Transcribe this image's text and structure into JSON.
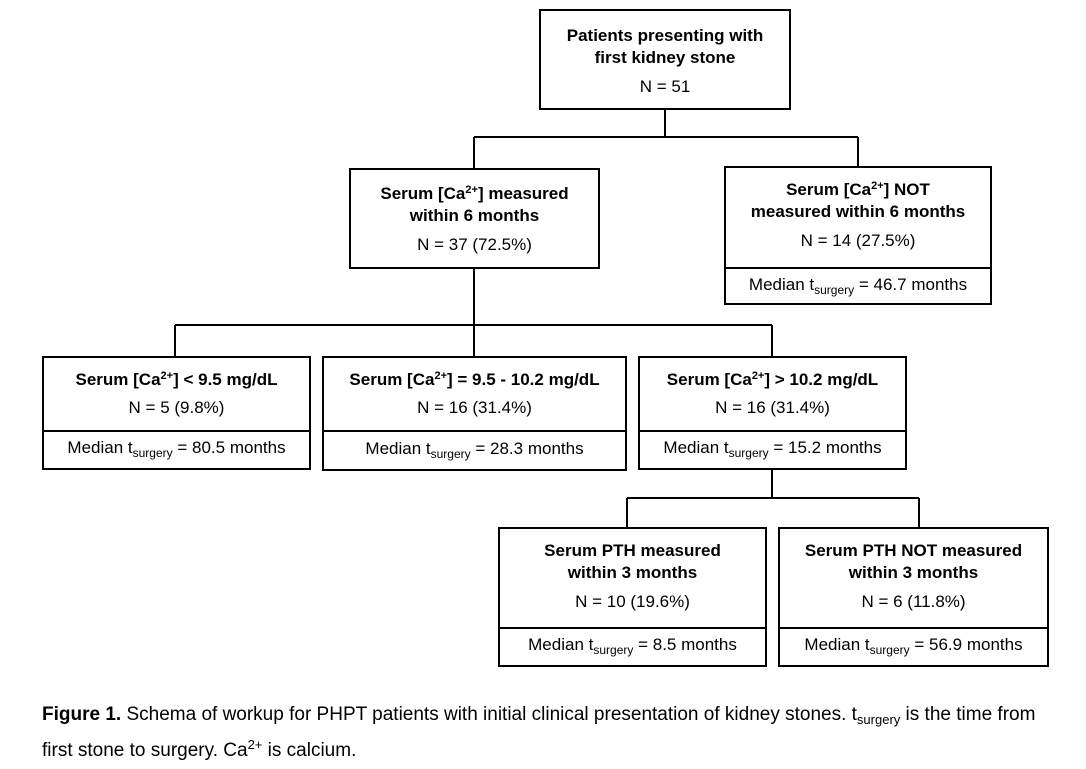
{
  "root": {
    "title_line1": "Patients presenting with",
    "title_line2": "first kidney stone",
    "count": "N = 51"
  },
  "ca_measured": {
    "title_pre": "Serum [Ca",
    "title_sup": "2+",
    "title_post": "] measured",
    "title_line2": "within 6 months",
    "count": "N = 37 (72.5%)"
  },
  "ca_not_measured": {
    "title_pre": "Serum [Ca",
    "title_sup": "2+",
    "title_post": "] NOT",
    "title_line2": "measured within 6 months",
    "count": "N = 14 (27.5%)",
    "median_pre": "Median t",
    "median_sub": "surgery",
    "median_post": " = 46.7 months"
  },
  "ca_low": {
    "title_pre": "Serum [Ca",
    "title_sup": "2+",
    "title_post": "] < 9.5 mg/dL",
    "count": "N = 5 (9.8%)",
    "median_pre": "Median t",
    "median_sub": "surgery",
    "median_post": " = 80.5 months"
  },
  "ca_mid": {
    "title_pre": "Serum [Ca",
    "title_sup": "2+",
    "title_post": "] = 9.5 - 10.2 mg/dL",
    "count": "N = 16 (31.4%)",
    "median_pre": "Median t",
    "median_sub": "surgery",
    "median_post": " = 28.3 months"
  },
  "ca_high": {
    "title_pre": "Serum [Ca",
    "title_sup": "2+",
    "title_post": "] > 10.2 mg/dL",
    "count": "N = 16 (31.4%)",
    "median_pre": "Median t",
    "median_sub": "surgery",
    "median_post": " = 15.2 months"
  },
  "pth_measured": {
    "title_line1": "Serum PTH measured",
    "title_line2": "within 3 months",
    "count": "N = 10 (19.6%)",
    "median_pre": "Median t",
    "median_sub": "surgery",
    "median_post": " = 8.5 months"
  },
  "pth_not_measured": {
    "title_line1": "Serum PTH NOT measured",
    "title_line2": "within 3 months",
    "count": "N = 6 (11.8%)",
    "median_pre": "Median t",
    "median_sub": "surgery",
    "median_post": " = 56.9 months"
  },
  "caption": {
    "label": "Figure 1.",
    "text1": " Schema of workup for PHPT patients with initial clinical presentation of kidney stones. t",
    "sub": "surgery",
    "text2": " is the time from first stone to surgery. Ca",
    "sup": "2+",
    "text3": " is calcium."
  }
}
